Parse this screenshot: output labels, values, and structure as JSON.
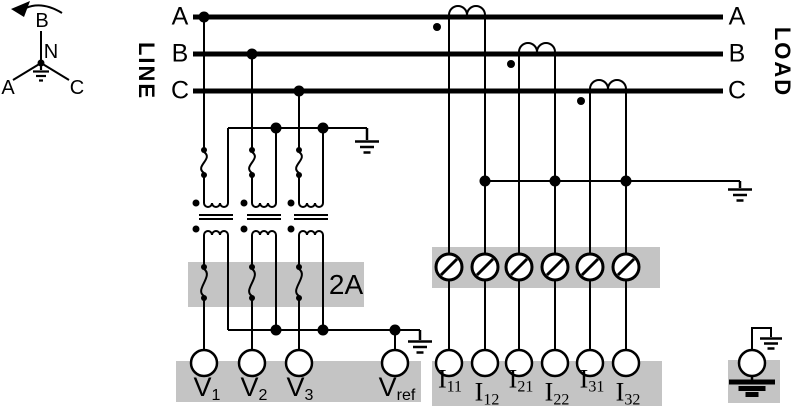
{
  "phasor": {
    "top": "B",
    "center": "N",
    "bottom_left": "A",
    "bottom_right": "C"
  },
  "side_labels": {
    "line": "LINE",
    "load": "LOAD"
  },
  "bus": {
    "left": [
      "A",
      "B",
      "C"
    ],
    "right": [
      "A",
      "B",
      "C"
    ]
  },
  "fuse_block": {
    "rating": "2A"
  },
  "voltage_terminals": [
    {
      "main": "V",
      "sub": "1"
    },
    {
      "main": "V",
      "sub": "2"
    },
    {
      "main": "V",
      "sub": "3"
    },
    {
      "main": "V",
      "sub": "ref"
    }
  ],
  "current_terminals": [
    {
      "main": "I",
      "sub": "11"
    },
    {
      "main": "I",
      "sub": "12"
    },
    {
      "main": "I",
      "sub": "21"
    },
    {
      "main": "I",
      "sub": "22"
    },
    {
      "main": "I",
      "sub": "31"
    },
    {
      "main": "I",
      "sub": "32"
    }
  ],
  "colors": {
    "wire": "#000000",
    "panel_gray": "#c4c4c4",
    "terminal_fill": "#ffffff"
  }
}
